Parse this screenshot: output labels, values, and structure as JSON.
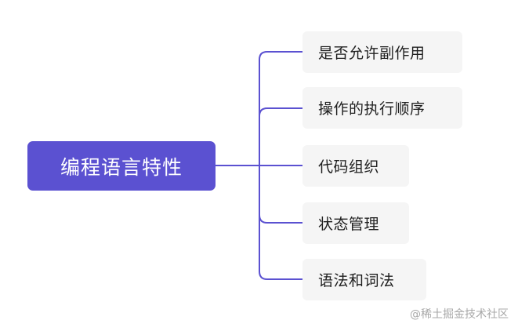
{
  "root": {
    "label": "编程语言特性"
  },
  "children": [
    {
      "label": "是否允许副作用"
    },
    {
      "label": "操作的执行顺序"
    },
    {
      "label": "代码组织"
    },
    {
      "label": "状态管理"
    },
    {
      "label": "语法和词法"
    }
  ],
  "watermark": "@稀土掘金技术社区",
  "colors": {
    "root_fill": "#5b51d1",
    "connector": "#5b51d1",
    "child_fill": "#f5f5f5",
    "child_text": "#1f1f1f",
    "watermark_text": "#a8a8a8"
  }
}
